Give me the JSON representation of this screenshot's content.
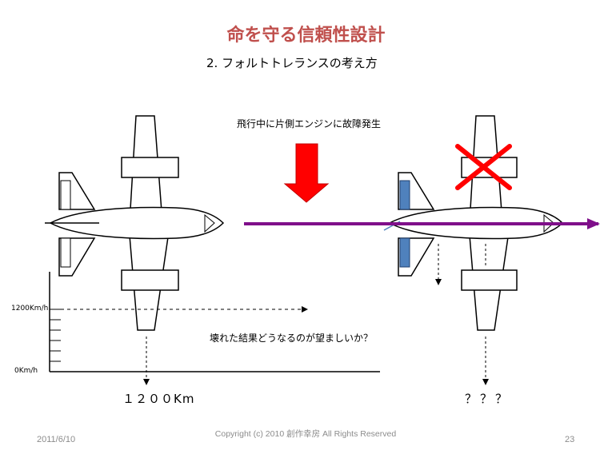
{
  "slide": {
    "title": "命を守る信頼性設計",
    "subtitle": "2. フォルトトレランスの考え方"
  },
  "diagram": {
    "event_label": "飛行中に片側エンジンに故障発生",
    "question_label": "壊れた結果どうなるのが望ましいか？",
    "speed_tick_label": "1200Km/h",
    "zero_tick_label": "0Km/h",
    "left_distance": "１２００Km",
    "right_distance": "？？？",
    "colors": {
      "title": "#c0504d",
      "failure_arrow": "#ff0000",
      "failure_cross": "#ff0000",
      "flight_path": "#7f0f8a",
      "tail_fins": "#4f81bd"
    }
  },
  "footer": {
    "date": "2011/6/10",
    "copyright": "Copyright (c)  2010 創作幸房 All Rights Reserved",
    "page_number": "23"
  }
}
